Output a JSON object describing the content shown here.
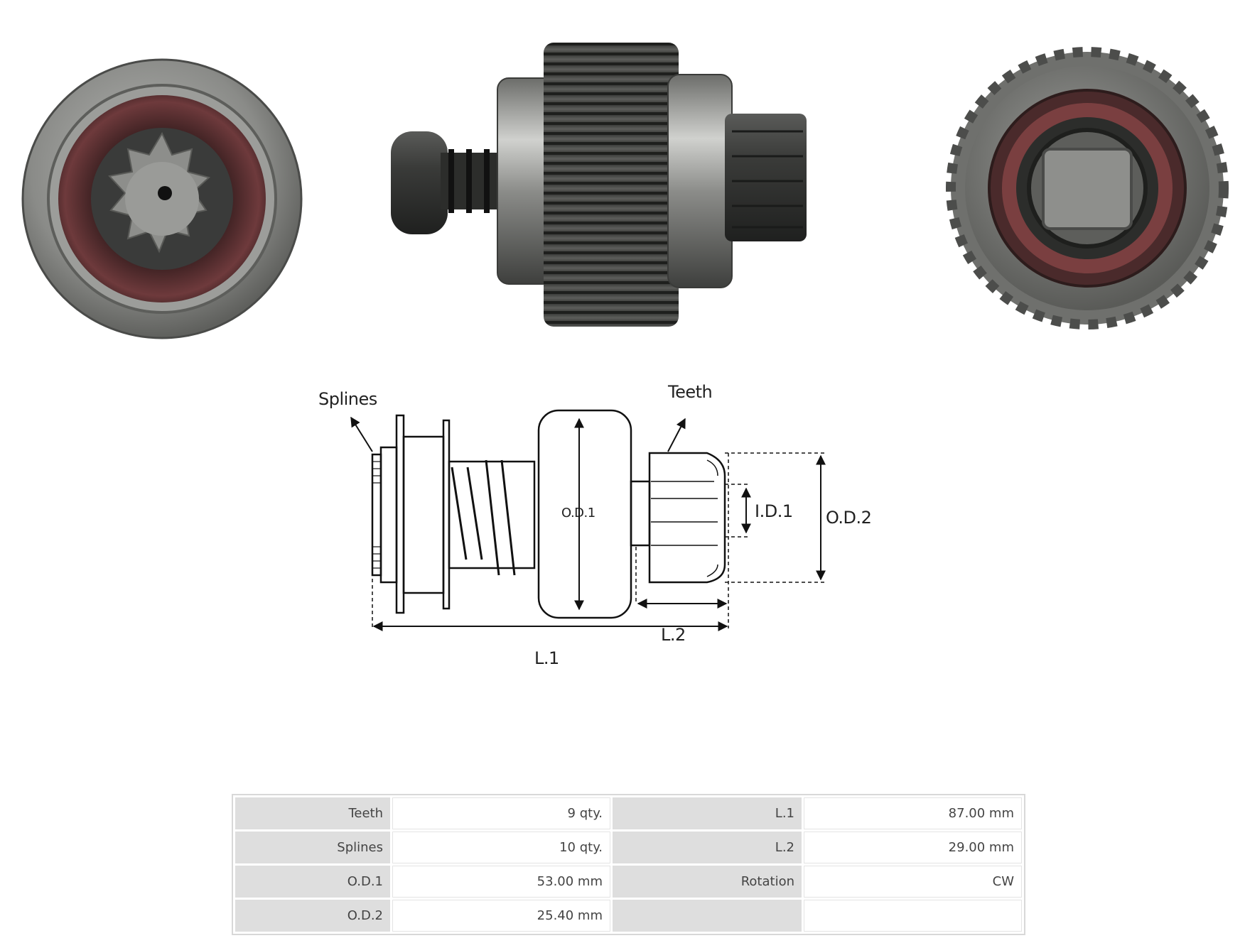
{
  "photos": {
    "front": "pinion-front-view",
    "side": "starter-drive-side-view",
    "back": "gear-back-view"
  },
  "diagram": {
    "splines_label": "Splines",
    "teeth_label": "Teeth",
    "od1_label": "O.D.1",
    "id1_label": "I.D.1",
    "od2_label": "O.D.2",
    "l1_label": "L.1",
    "l2_label": "L.2"
  },
  "specs": {
    "rows": [
      {
        "k1": "Teeth",
        "v1": "9 qty.",
        "k2": "L.1",
        "v2": "87.00 mm"
      },
      {
        "k1": "Splines",
        "v1": "10 qty.",
        "k2": "L.2",
        "v2": "29.00 mm"
      },
      {
        "k1": "O.D.1",
        "v1": "53.00 mm",
        "k2": "Rotation",
        "v2": "CW"
      },
      {
        "k1": "O.D.2",
        "v1": "25.40 mm",
        "k2": "",
        "v2": ""
      }
    ]
  },
  "colors": {
    "steel": "#8e8f8d",
    "steel_dark": "#4d4e4c",
    "bearing_red": "#5a2f30",
    "table_key_bg": "#dedede"
  }
}
